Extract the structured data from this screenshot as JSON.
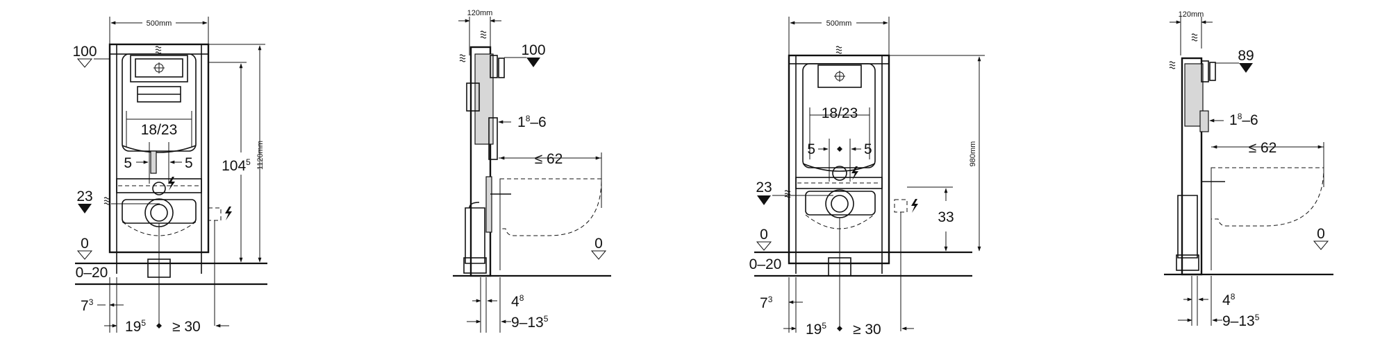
{
  "views": [
    {
      "id": "front-1120",
      "dims": {
        "width": "500mm",
        "height_total": "1120mm",
        "height_fix": "104",
        "height_fix_sup": "5",
        "flush_opening": "18/23",
        "offset_left": "5",
        "offset_right": "5",
        "supply_level": "23",
        "level_top": "100",
        "level_zero": "0",
        "floor_range": "0–20",
        "foot_offset": "7",
        "foot_offset_sup": "3",
        "axis_dist": "19",
        "axis_dist_sup": "5",
        "min_dist": "≥ 30"
      }
    },
    {
      "id": "side-1120",
      "dims": {
        "depth": "120mm",
        "level_top": "100",
        "plate_thickness": "1",
        "plate_thickness_sup": "8",
        "plate_thickness_end": "–6",
        "bowl_projection": "≤ 62",
        "level_zero": "0",
        "foot_depth": "4",
        "foot_depth_sup": "8",
        "wall_range": "9–13",
        "wall_range_sup": "5"
      }
    },
    {
      "id": "front-980",
      "dims": {
        "width": "500mm",
        "height_total": "980mm",
        "flush_opening": "18/23",
        "offset_left": "5",
        "offset_right": "5",
        "supply_level": "23",
        "socket_height": "33",
        "level_zero": "0",
        "floor_range": "0–20",
        "foot_offset": "7",
        "foot_offset_sup": "3",
        "axis_dist": "19",
        "axis_dist_sup": "5",
        "min_dist": "≥ 30"
      }
    },
    {
      "id": "side-980",
      "dims": {
        "depth": "120mm",
        "level_top": "89",
        "plate_thickness": "1",
        "plate_thickness_sup": "8",
        "plate_thickness_end": "–6",
        "bowl_projection": "≤ 62",
        "level_zero": "0",
        "foot_depth": "4",
        "foot_depth_sup": "8",
        "wall_range": "9–13",
        "wall_range_sup": "5"
      }
    }
  ]
}
